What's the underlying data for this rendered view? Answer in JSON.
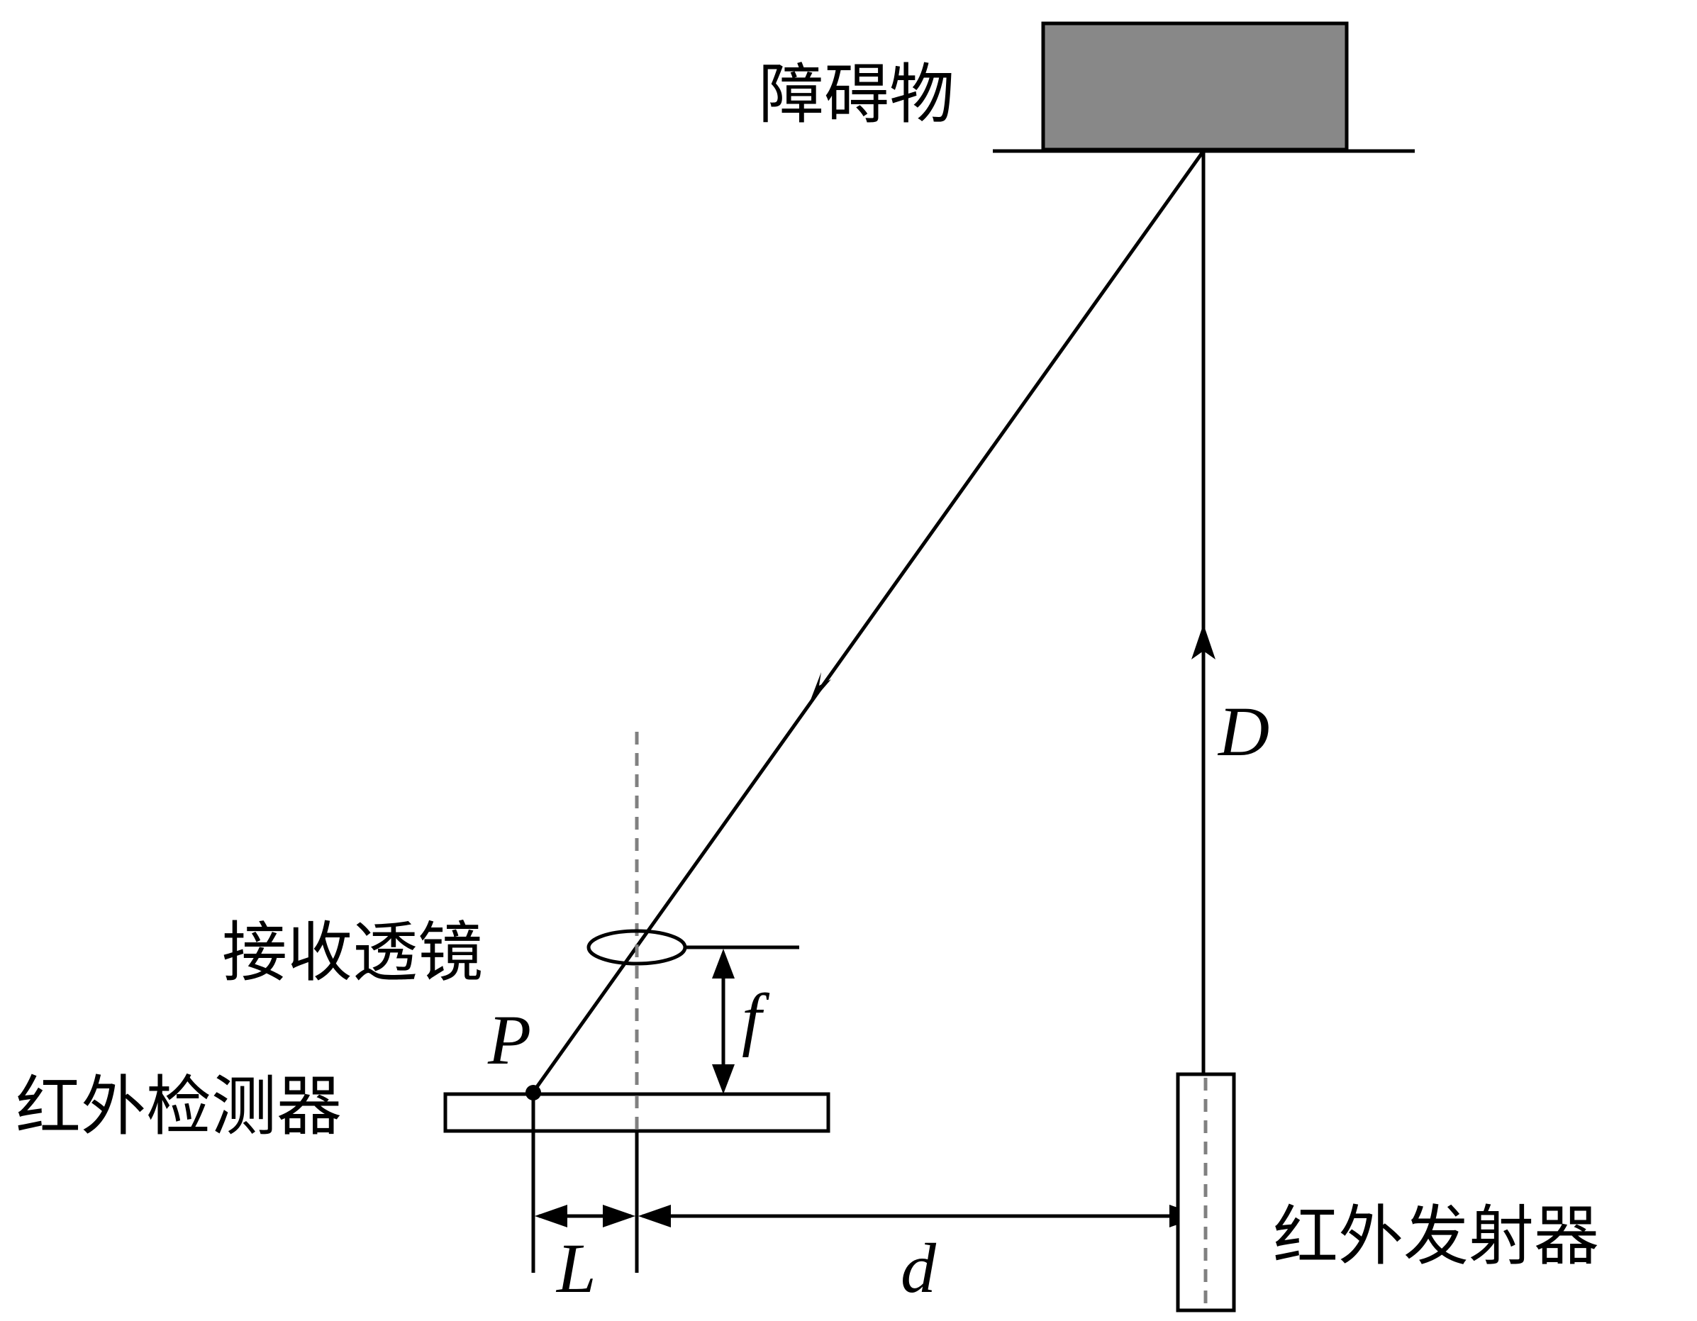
{
  "labels": {
    "obstacle": "障碍物",
    "receiving_lens": "接收透镜",
    "ir_detector": "红外检测器",
    "ir_emitter": "红外发射器"
  },
  "symbols": {
    "point": "P",
    "focal_length": "f",
    "offset": "L",
    "baseline": "d",
    "distance": "D"
  },
  "colors": {
    "obstacle_fill": "#888888",
    "stroke": "#000000",
    "axis_dash": "#808080",
    "background": "#ffffff"
  }
}
